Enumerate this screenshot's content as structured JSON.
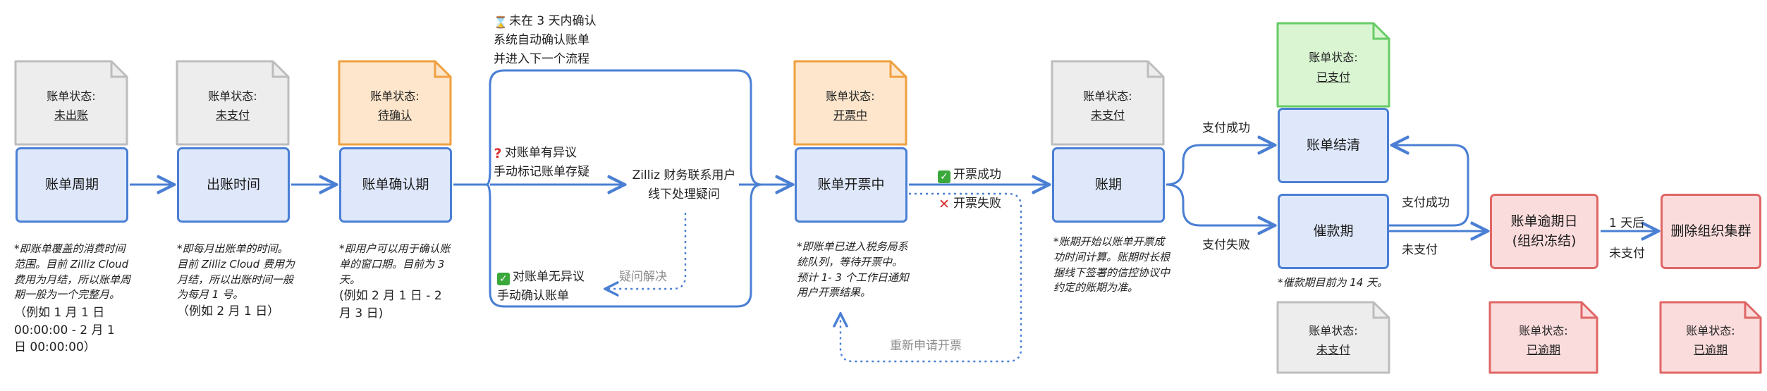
{
  "boxes": {
    "billing_period": "账单周期",
    "issue_time": "出账时间",
    "confirm_period": "账单确认期",
    "invoicing": "账单开票中",
    "term": "账期",
    "settled": "账单结清",
    "collection": "催款期",
    "overdue_line1": "账单逾期日",
    "overdue_line2": "(组织冻结)",
    "delete_cluster": "删除组织集群"
  },
  "status_label": "账单状态:",
  "statuses": {
    "not_issued": "未出账",
    "unpaid_1": "未支付",
    "pending_confirm": "待确认",
    "invoicing": "开票中",
    "unpaid_2": "未支付",
    "paid": "已支付",
    "unpaid_3": "未支付",
    "overdue_1": "已逾期",
    "overdue_2": "已逾期"
  },
  "notes": {
    "billing_period": "*即账单覆盖的消费时间范围。目前 Zilliz Cloud 费用为月结，所以账单周期一般为一个完整月。",
    "billing_period_example": "（例如 1 月 1 日 00:00:00 - 2 月 1 日 00:00:00）",
    "issue_time": "*即每月出账单的时间。目前 Zilliz Cloud 费用为月结，所以出账时间一般为每月 1 号。",
    "issue_time_example": "（例如 2 月 1 日）",
    "confirm_period": "*即用户可以用于确认账单的窗口期。目前为 3 天。",
    "confirm_period_example": "(例如 2 月 1 日 - 2 月 3 日)",
    "invoicing": "*即账单已进入税务局系统队列，等待开票中。预计 1- 3 个工作日通知用户开票结果。",
    "term": "*账期开始以账单开票成功时间计算。账期时长根据线下签署的信控协议中约定的账期为准。",
    "collection": "*催款期目前为 14 天。"
  },
  "flow": {
    "auto_confirm_line1": "未在 3 天内确认",
    "auto_confirm_line2": "系统自动确认账单",
    "auto_confirm_line3": "并进入下一个流程",
    "dispute_line1": "对账单有异议",
    "dispute_line2": "手动标记账单存疑",
    "finance_line1": "Zilliz 财务联系用户",
    "finance_line2": "线下处理疑问",
    "no_dispute_line1": "对账单无异议",
    "no_dispute_line2": "手动确认账单",
    "resolved": "疑问解决",
    "invoice_success": "开票成功",
    "invoice_fail": "开票失败",
    "reapply": "重新申请开票",
    "pay_success_1": "支付成功",
    "pay_fail": "支付失败",
    "pay_success_2": "支付成功",
    "unpaid": "未支付",
    "one_day_after": "1 天后",
    "unpaid_2": "未支付"
  },
  "colors": {
    "blue_border": "#4a7fd4",
    "blue_fill": "#dfe8fb",
    "gray_border": "#bdbdbd",
    "gray_fill": "#ededed",
    "orange_border": "#f0a040",
    "orange_fill": "#fde6cc",
    "green_border": "#66cc66",
    "green_fill": "#d9f5d2",
    "red_border": "#e06666",
    "red_fill": "#fbdcdc"
  }
}
